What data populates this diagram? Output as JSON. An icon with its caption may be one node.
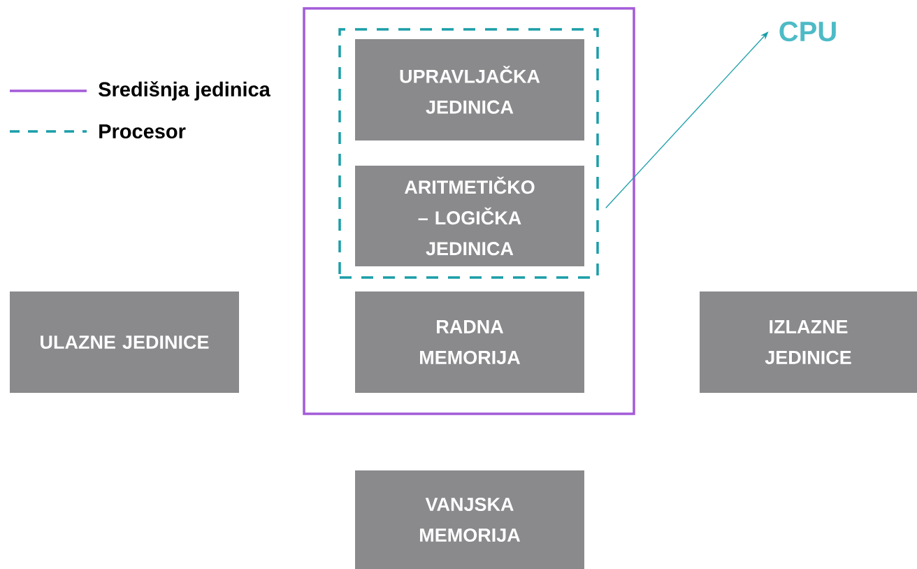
{
  "diagram": {
    "nodes": [
      {
        "text": [],
        "shape": "box"
      },
      {
        "text": [],
        "shape": "box",
        "in": 0
      },
      {
        "text": [
          "UPRAVLJAČKA JEDINICA"
        ],
        "in": 1
      },
      {
        "text": [
          "ARITMETIČKO – LOGIČKA JEDINICA"
        ],
        "in": 1
      },
      {
        "text": [
          "RADNA MEMORIJA"
        ],
        "in": 0
      },
      {
        "text": [
          "ULAZNE JEDINICE"
        ]
      },
      {
        "text": [
          "IZLAZNE JEDINICE"
        ]
      },
      {
        "text": [
          "VANJSKA MEMORIJA"
        ]
      },
      {
        "text": [
          "CPU"
        ]
      }
    ],
    "edges": [
      {
        "from": 1,
        "to": 8,
        "arrow": "to"
      }
    ],
    "legend": [
      {
        "text": "Središnja jedinica"
      },
      {
        "text": "Procesor"
      }
    ]
  }
}
